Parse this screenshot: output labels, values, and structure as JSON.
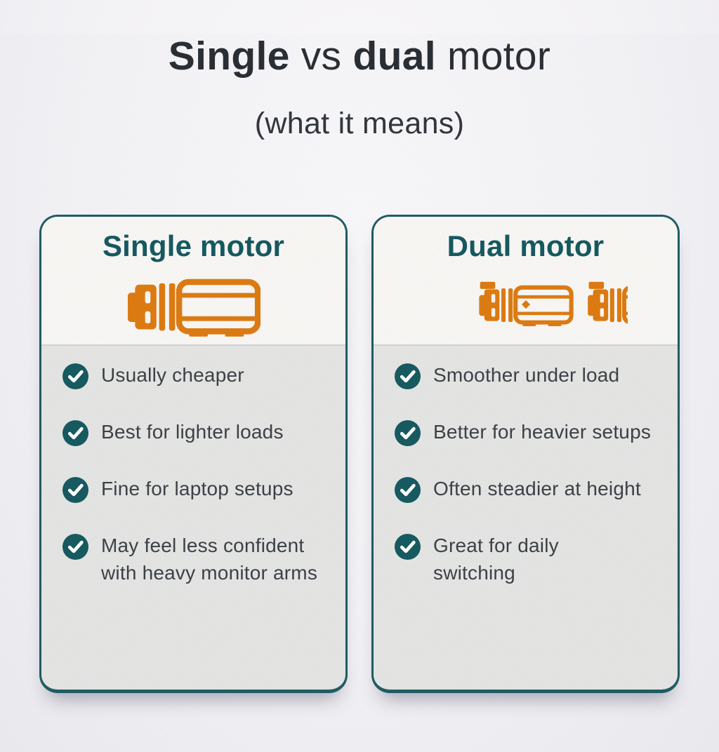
{
  "title": {
    "part1": "Single",
    "part2": " vs ",
    "part3": "dual",
    "part4": " motor"
  },
  "subtitle": "(what it means)",
  "colors": {
    "accent_teal": "#14585f",
    "card_border_teal": "#1e5b61",
    "accent_orange": "#dd7a10",
    "title_text": "#282d33",
    "body_text": "#3b4046",
    "card_header_bg": "#f8f7f4",
    "card_body_bg": "#e4e5e3",
    "page_bg": "#f3f2f5",
    "check_circle": "#15595f"
  },
  "icons": {
    "check": "check-circle-icon",
    "single": "single-motor-icon",
    "dual": "dual-motor-icon"
  },
  "cards": [
    {
      "title": "Single motor",
      "icon": "single-motor-icon",
      "items": [
        "Usually cheaper",
        "Best for lighter loads",
        "Fine for laptop setups",
        "May feel less confident\nwith heavy monitor arms"
      ]
    },
    {
      "title": "Dual motor",
      "icon": "dual-motor-icon",
      "items": [
        "Smoother under load",
        "Better for heavier setups",
        "Often steadier at height",
        "Great for daily\nswitching"
      ]
    }
  ]
}
